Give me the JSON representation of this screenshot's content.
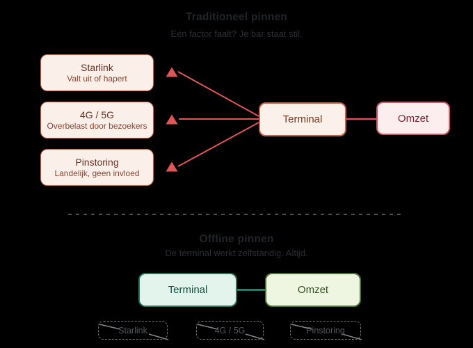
{
  "top_section": {
    "title": "Traditioneel pinnen",
    "subtitle": "Eén factor faalt? Je bar staat stil.",
    "factors": [
      {
        "name": "Starlink",
        "description": "Valt uit of hapert"
      },
      {
        "name": "4G / 5G",
        "description": "Overbelast door bezoekers"
      },
      {
        "name": "Pinstoring",
        "description": "Landelijk, geen invloed"
      }
    ],
    "terminal_label": "Terminal",
    "revenue_label": "Omzet"
  },
  "bottom_section": {
    "title": "Offline pinnen",
    "subtitle": "De terminal werkt zelfstandig. Altijd.",
    "terminal_label": "Terminal",
    "revenue_label": "Omzet",
    "disabled_factors": [
      "Starlink",
      "4G / 5G",
      "Pinstoring"
    ]
  },
  "colors": {
    "background": "#000000",
    "heading_text": "#212529",
    "subheading_text": "#2a2e33",
    "factor_fill": "#fbefe9",
    "factor_border": "#b9664f",
    "factor_name_text": "#6b3120",
    "factor_desc_text": "#8a4733",
    "arrow_red": "#e05555",
    "link_red": "#da4d5e",
    "terminal_top_fill": "#fcf1ea",
    "terminal_top_border": "#c2634a",
    "terminal_top_text": "#77361f",
    "omzet_top_fill": "#fcedef",
    "omzet_top_border": "#d25766",
    "omzet_top_text": "#801f2f",
    "divider_gray": "#4b4e52",
    "terminal_bottom_fill": "#e3f4ed",
    "terminal_bottom_border": "#24745c",
    "terminal_bottom_text": "#134e3e",
    "omzet_bottom_fill": "#eef5e0",
    "omzet_bottom_border": "#4a742b",
    "omzet_bottom_text": "#33531c",
    "link_teal": "#16a184",
    "disabled_border": "#75787c",
    "disabled_text": "#53575b",
    "disabled_slash": "#83878b"
  }
}
